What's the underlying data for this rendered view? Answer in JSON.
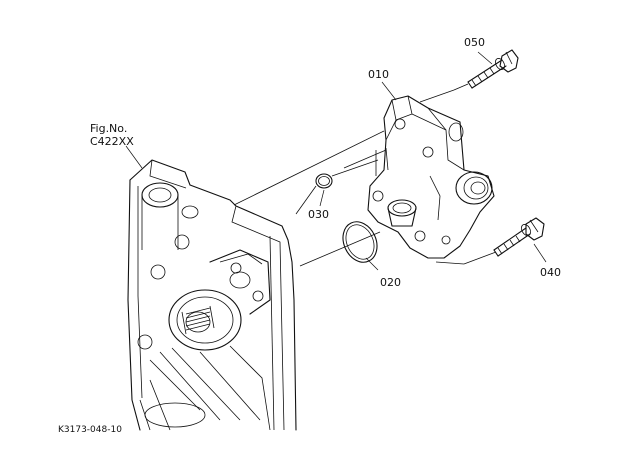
{
  "figure_ref": {
    "line1": "Fig.No.",
    "line2": "C422XX"
  },
  "drawing_code": "K3173-048-10",
  "callouts": [
    {
      "id": "010",
      "text": "010"
    },
    {
      "id": "020",
      "text": "020"
    },
    {
      "id": "030",
      "text": "030"
    },
    {
      "id": "040",
      "text": "040"
    },
    {
      "id": "050",
      "text": "050"
    }
  ]
}
